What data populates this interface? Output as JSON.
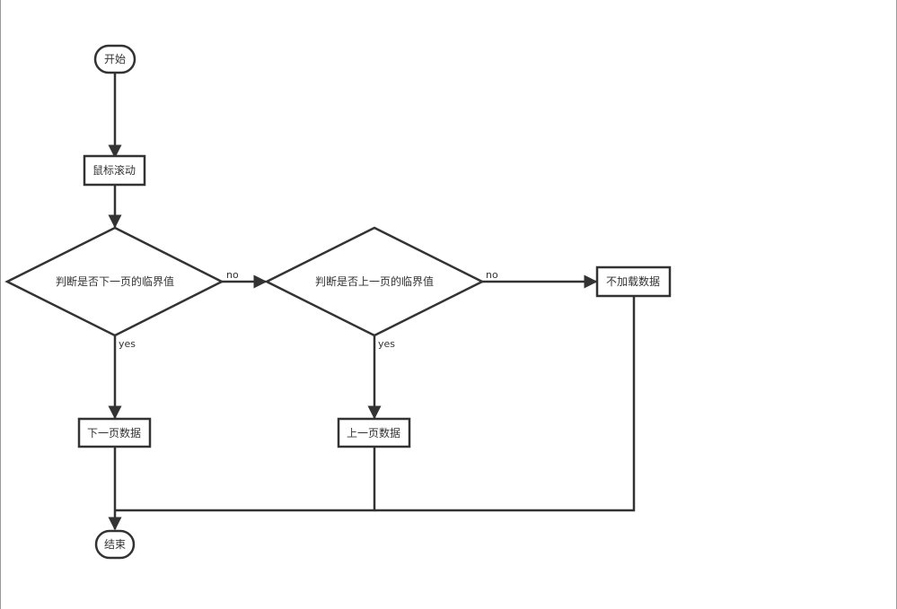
{
  "diagram": {
    "nodes": {
      "start": "开始",
      "scroll": "鼠标滚动",
      "check_next": "判断是否下一页的临界值",
      "check_prev": "判断是否上一页的临界值",
      "no_load": "不加载数据",
      "next_page": "下一页数据",
      "prev_page": "上一页数据",
      "end": "结束"
    },
    "edge_labels": {
      "next_no": "no",
      "next_yes": "yes",
      "prev_no": "no",
      "prev_yes": "yes"
    },
    "colors": {
      "stroke": "#333333",
      "fill": "#ffffff",
      "text": "#333333"
    }
  }
}
